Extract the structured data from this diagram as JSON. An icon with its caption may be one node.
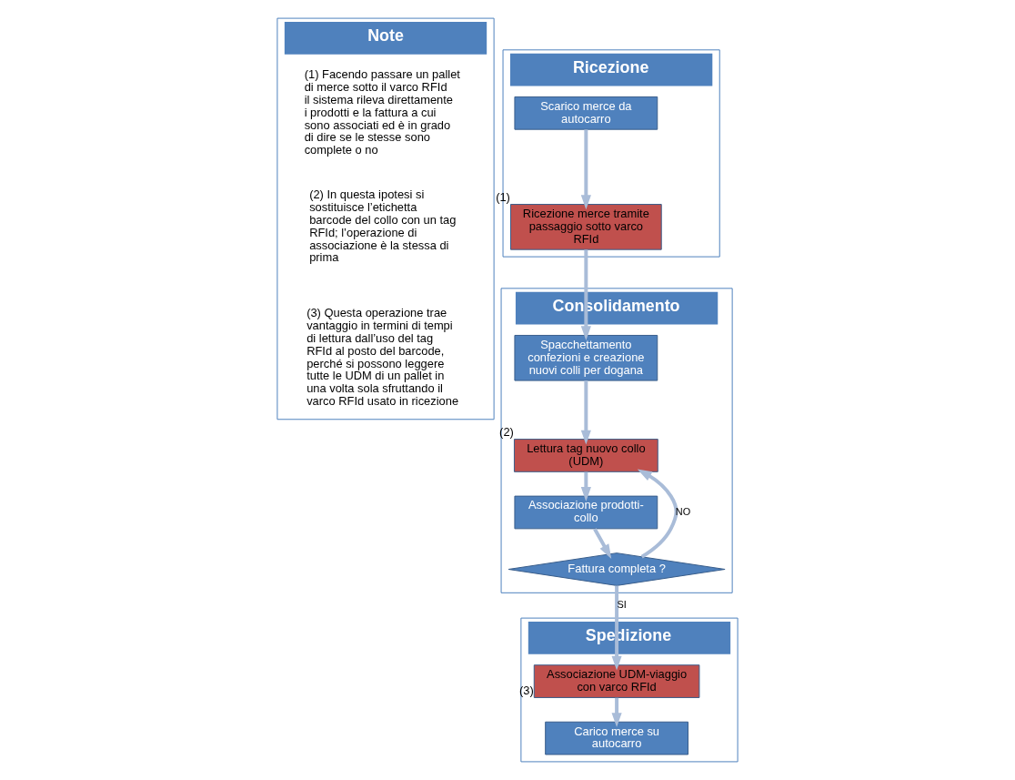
{
  "diagram": {
    "nodes": [
      {
        "text": [
          "Note"
        ]
      },
      {
        "text": [
          "Ricezione"
        ]
      },
      {
        "text": [
          "Consolidamento"
        ]
      },
      {
        "text": [
          "Spedizione"
        ]
      },
      {
        "text": [
          "Scarico merce da autocarro"
        ],
        "in": 1
      },
      {
        "text": [
          "Ricezione merce tramite passaggio sotto varco RFId"
        ],
        "beside": [
          "(1)"
        ],
        "in": 1
      },
      {
        "text": [
          "Spacchettamento confezioni e creazione nuovi colli per dogana"
        ],
        "in": 2
      },
      {
        "text": [
          "Lettura tag nuovo collo (UDM)"
        ],
        "beside": [
          "(2)"
        ],
        "in": 2
      },
      {
        "text": [
          "Associazione prodotti-collo"
        ],
        "in": 2
      },
      {
        "text": [
          "Fattura completa ?"
        ],
        "in": 2
      },
      {
        "text": [
          "Associazione UDM-viaggio con varco RFId"
        ],
        "beside": [
          "(3)"
        ],
        "in": 3
      },
      {
        "text": [
          "Carico merce su autocarro"
        ],
        "in": 3
      }
    ],
    "edges": [
      {
        "from": 4,
        "to": 5,
        "arrow": "to"
      },
      {
        "from": 5,
        "to": 6,
        "arrow": "to"
      },
      {
        "from": 6,
        "to": 7,
        "arrow": "to"
      },
      {
        "from": 7,
        "to": 8,
        "arrow": "to"
      },
      {
        "from": 8,
        "to": 9,
        "arrow": "to"
      },
      {
        "from": 9,
        "to": 7,
        "arrow": "to",
        "label": "NO"
      },
      {
        "from": 9,
        "to": 10,
        "arrow": "to",
        "label": "SI"
      },
      {
        "from": 10,
        "to": 11,
        "arrow": "to"
      }
    ],
    "labels": [
      "(1) Facendo passare un pallet di merce sotto il varco RFId il sistema rileva direttamente i prodotti e la fattura a cui sono associati ed è in grado di dire se le stesse sono complete o no",
      "(2) In questa ipotesi si sostituisce l’etichetta barcode del collo con un tag RFId; l’operazione di associazione è la stessa di prima",
      "(3) Questa operazione trae vantaggio in termini di tempi di lettura dall’uso del tag RFId al posto del barcode, perché si possono leggere tutte le UDM di un pallet in una volta sola sfruttando il varco RFId usato in ricezione"
    ]
  }
}
